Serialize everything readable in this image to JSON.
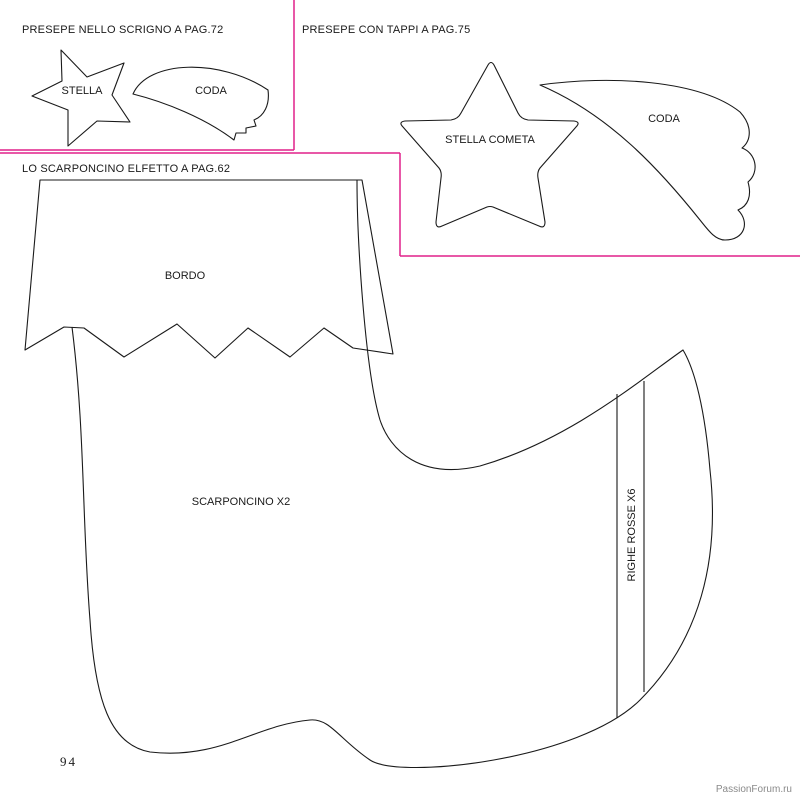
{
  "sections": {
    "scrigno": {
      "title": "PRESEPE NELLO SCRIGNO A PAG.72",
      "labels": {
        "star": "STELLA",
        "tail": "CODA"
      }
    },
    "tappi": {
      "title": "PRESEPE CON TAPPI A PAG.75",
      "labels": {
        "star": "STELLA COMETA",
        "tail": "CODA"
      }
    },
    "scarponcino": {
      "title": "LO SCARPONCINO ELFETTO A PAG.62",
      "labels": {
        "cuff": "BORDO",
        "boot": "SCARPONCINO X2",
        "stripes": "RIGHE ROSSE X6"
      }
    }
  },
  "page_number": "94",
  "watermark": "PassionForum.ru",
  "colors": {
    "divider": "#e0218a",
    "outline": "#1a1a1a"
  }
}
